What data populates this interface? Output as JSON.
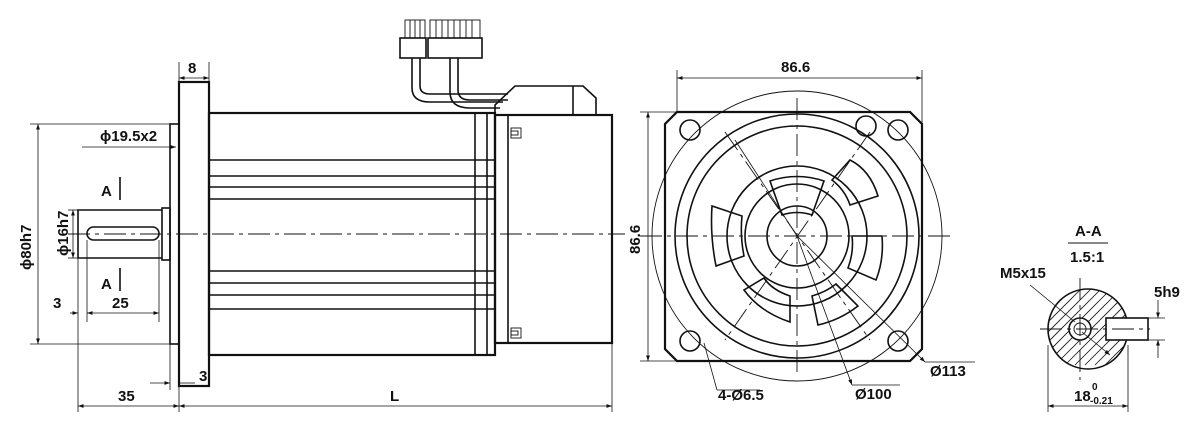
{
  "labels": {
    "flange_thickness": "8",
    "pilot_diameter": "ϕ19.5x2",
    "section_mark_top": "A",
    "section_mark_bottom": "A",
    "spigot_diameter": "ϕ80h7",
    "shaft_diameter": "ϕ16h7",
    "shaft_shoulder": "3",
    "key_length": "25",
    "shaft_length": "35",
    "flange_offset": "3",
    "body_length": "L",
    "flange_width": "86.6",
    "flange_height": "86.6",
    "bolt_holes": "4-Ø6.5",
    "bolt_circle_inner": "Ø100",
    "bolt_circle_outer": "Ø113",
    "section_title": "A-A",
    "section_scale": "1.5:1",
    "tapped_hole": "M5x15",
    "key_width": "5h9",
    "key_depth_main": "18",
    "key_depth_upper_tol": "0",
    "key_depth_lower_tol": "-0.21"
  }
}
